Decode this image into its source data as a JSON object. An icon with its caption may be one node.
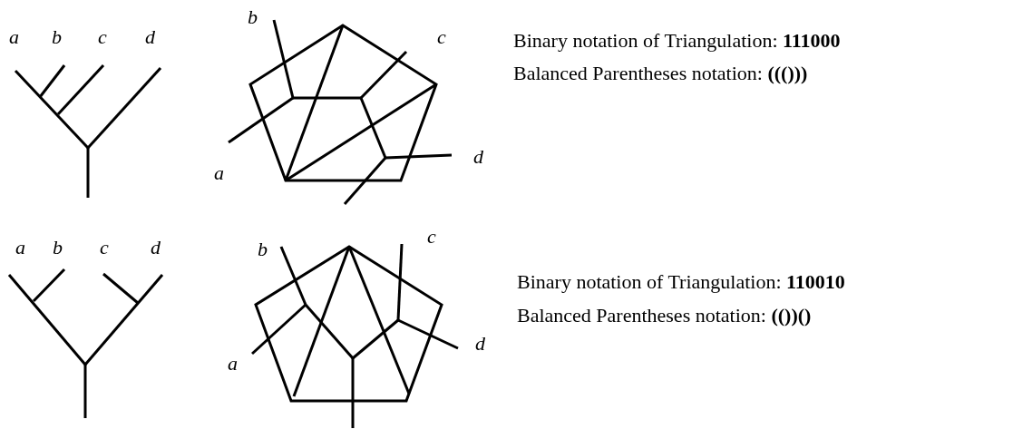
{
  "diagram": {
    "labels": [
      "a",
      "b",
      "c",
      "d",
      "b",
      "c",
      "a",
      "d",
      "Binary notation of Triangulation: **111000**",
      "Balanced Parentheses notation: **((()))**",
      "a",
      "b",
      "c",
      "d",
      "b",
      "c",
      "a",
      "d",
      "Binary notation of Triangulation: **110010**",
      "Balanced Parentheses notation: **(())()**"
    ]
  }
}
